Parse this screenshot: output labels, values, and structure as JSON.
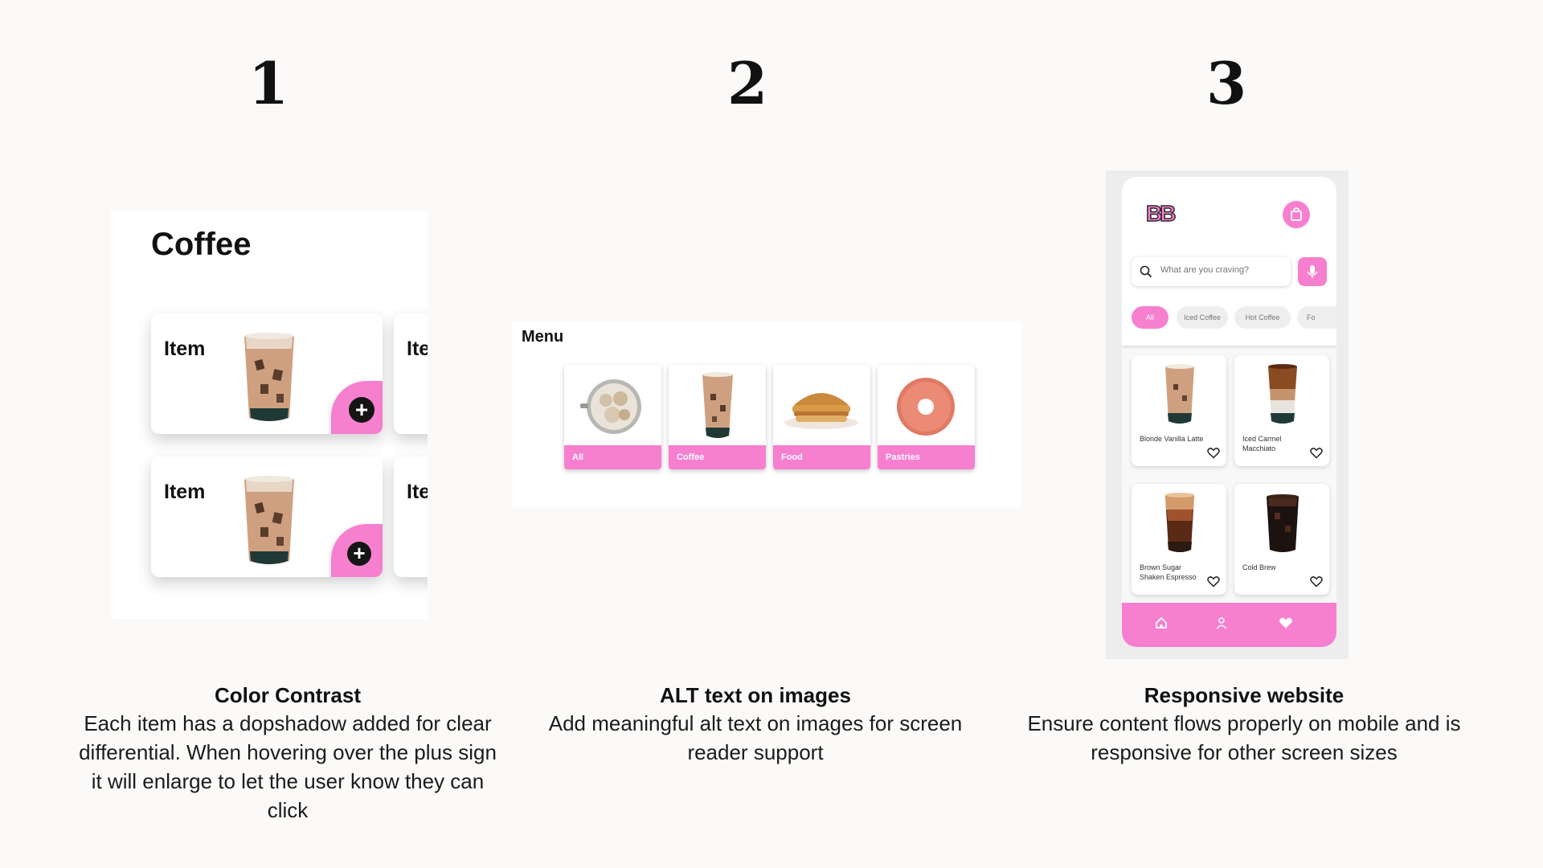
{
  "numbers": [
    "1",
    "2",
    "3"
  ],
  "colors": {
    "accent": "#f77fcf",
    "background": "#fbfaf8"
  },
  "panel1": {
    "title": "Coffee",
    "items": [
      {
        "label": "Item"
      },
      {
        "label": "Ite"
      },
      {
        "label": "Item"
      },
      {
        "label": "Ite"
      }
    ],
    "plus_icon": "+"
  },
  "panel2": {
    "title": "Menu",
    "categories": [
      {
        "label": "All",
        "icon": "iced-drink-glass-icon"
      },
      {
        "label": "Coffee",
        "icon": "iced-coffee-cup-icon"
      },
      {
        "label": "Food",
        "icon": "sandwich-icon"
      },
      {
        "label": "Pastries",
        "icon": "donut-icon"
      }
    ]
  },
  "panel3": {
    "logo": "BB",
    "search_placeholder": "What are you craving?",
    "chips": [
      "All",
      "Iced Coffee",
      "Hot Coffee",
      "Fo"
    ],
    "products": [
      {
        "name": "Blonde Vanilla Latte"
      },
      {
        "name": "Iced Carmel Macchiato"
      },
      {
        "name": "Brown Sugar Shaken Espresso"
      },
      {
        "name": "Cold Brew"
      }
    ],
    "nav_icons": [
      "home-icon",
      "user-icon",
      "heart-icon"
    ]
  },
  "captions": [
    {
      "title": "Color Contrast",
      "body": "Each item has a dopshadow added for clear differential. When hovering over the plus sign it will enlarge to let the user know they can click"
    },
    {
      "title": "ALT text on images",
      "body": "Add meaningful alt text on images for screen reader support"
    },
    {
      "title": "Responsive website",
      "body": "Ensure content flows properly on mobile and is responsive for other screen sizes"
    }
  ]
}
